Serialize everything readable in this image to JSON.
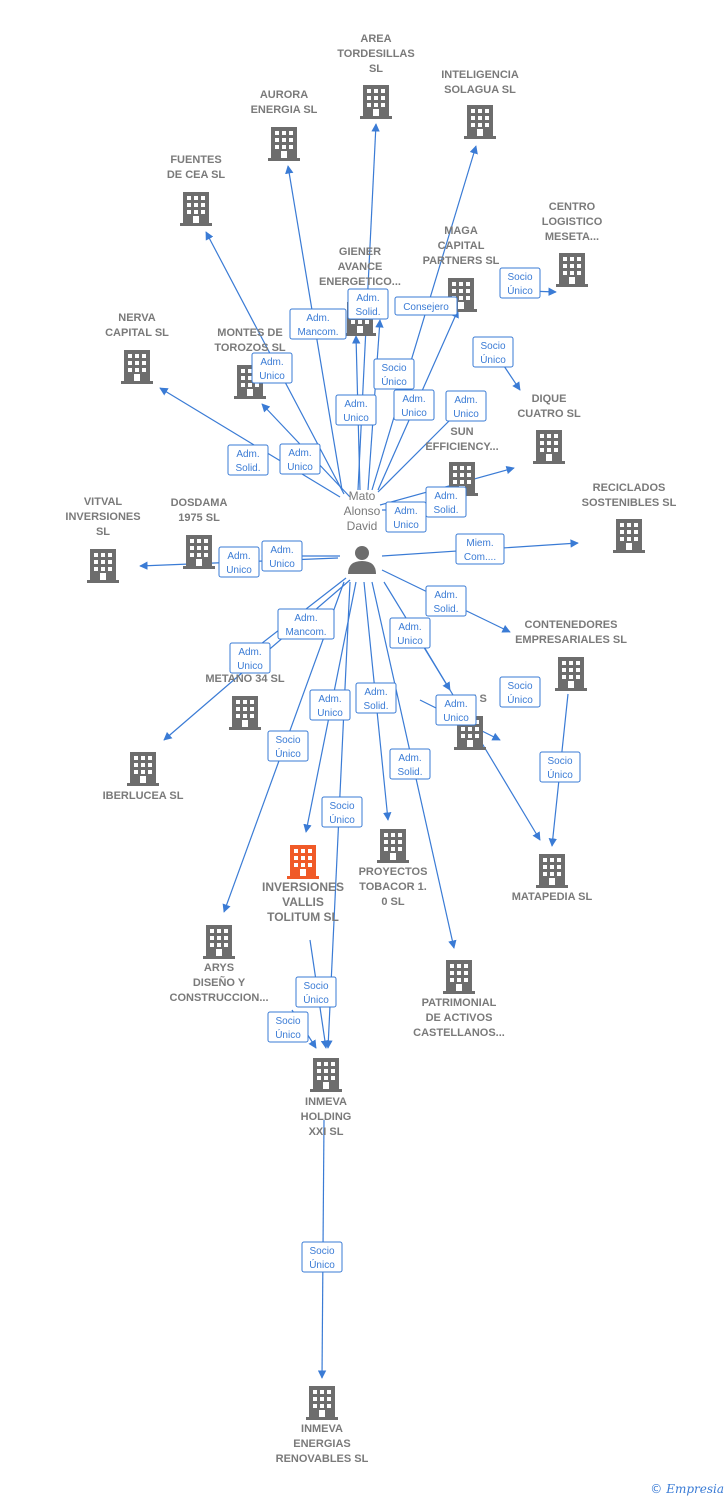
{
  "brand": {
    "copyright": "©",
    "name": "Empresia"
  },
  "person": {
    "id": "p",
    "lines": [
      "Mato",
      "Alonso",
      "David"
    ]
  },
  "nodes": [
    {
      "id": "area",
      "lines": [
        "AREA",
        "TORDESILLAS",
        "SL"
      ]
    },
    {
      "id": "inteligencia",
      "lines": [
        "INTELIGENCIA",
        "SOLAGUA  SL"
      ]
    },
    {
      "id": "aurora",
      "lines": [
        "AURORA",
        "ENERGIA SL"
      ]
    },
    {
      "id": "fuentes",
      "lines": [
        "FUENTES",
        "DE CEA  SL"
      ]
    },
    {
      "id": "giener",
      "lines": [
        "GIENER",
        "AVANCE",
        "ENERGETICO..."
      ]
    },
    {
      "id": "maga",
      "lines": [
        "MAGA",
        "CAPITAL",
        "PARTNERS  SL"
      ]
    },
    {
      "id": "centro",
      "lines": [
        "CENTRO",
        "LOGISTICO",
        "MESETA..."
      ]
    },
    {
      "id": "nerva",
      "lines": [
        "NERVA",
        "CAPITAL  SL"
      ]
    },
    {
      "id": "montes",
      "lines": [
        "MONTES DE",
        "TOROZOS SL"
      ]
    },
    {
      "id": "dique",
      "lines": [
        "DIQUE",
        "CUATRO  SL"
      ]
    },
    {
      "id": "sun",
      "lines": [
        "UN",
        "SUN",
        "EFFICIENCY..."
      ]
    },
    {
      "id": "reciclados",
      "lines": [
        "RECICLADOS",
        "SOSTENIBLES SL"
      ]
    },
    {
      "id": "vitval",
      "lines": [
        "VITVAL",
        "INVERSIONES",
        "SL"
      ]
    },
    {
      "id": "dosdama",
      "lines": [
        "DOSDAMA",
        "1975  SL"
      ]
    },
    {
      "id": "contenedores",
      "lines": [
        "CONTENEDORES",
        "EMPRESARIALES SL"
      ]
    },
    {
      "id": "metano",
      "lines": [
        "METANO 34 SL"
      ]
    },
    {
      "id": "inm",
      "lines": [
        "IN          M  S"
      ]
    },
    {
      "id": "iberlucea",
      "lines": [
        "IBERLUCEA  SL"
      ]
    },
    {
      "id": "inversiones",
      "lines": [
        "INVERSIONES",
        "VALLIS",
        "TOLITUM  SL"
      ]
    },
    {
      "id": "proyectos",
      "lines": [
        "PROYECTOS",
        "TOBACOR 1.",
        "0  SL"
      ]
    },
    {
      "id": "matapedia",
      "lines": [
        "MATAPEDIA  SL"
      ]
    },
    {
      "id": "arys",
      "lines": [
        "ARYS",
        "DISEÑO Y",
        "CONSTRUCCION..."
      ]
    },
    {
      "id": "patrimonial",
      "lines": [
        "PATRIMONIAL",
        "DE ACTIVOS",
        "CASTELLANOS..."
      ]
    },
    {
      "id": "inmevaholding",
      "lines": [
        "INMEVA",
        "HOLDING",
        "XXI SL"
      ]
    },
    {
      "id": "inmevaenergias",
      "lines": [
        "INMEVA",
        "ENERGIAS",
        "RENOVABLES SL"
      ]
    }
  ],
  "edges": [
    {
      "label": [
        "Adm.",
        "Solid."
      ]
    },
    {
      "label": [
        "Adm.",
        "Mancom."
      ]
    },
    {
      "label": [
        "Consejero"
      ]
    },
    {
      "label": [
        "Socio",
        "Único"
      ]
    },
    {
      "label": [
        "Socio",
        "Único"
      ]
    },
    {
      "label": [
        "Adm.",
        "Unico"
      ]
    },
    {
      "label": [
        "Socio",
        "Único"
      ]
    },
    {
      "label": [
        "Adm.",
        "Unico"
      ]
    },
    {
      "label": [
        "Adm.",
        "Unico"
      ]
    },
    {
      "label": [
        "Adm.",
        "Unico"
      ]
    },
    {
      "label": [
        "Adm.",
        "Solid."
      ]
    },
    {
      "label": [
        "Adm.",
        "Unico"
      ]
    },
    {
      "label": [
        "Adm.",
        "Solid."
      ]
    },
    {
      "label": [
        "Adm.",
        "Unico"
      ]
    },
    {
      "label": [
        "Miem.",
        "Com...."
      ]
    },
    {
      "label": [
        "Adm.",
        "Unico"
      ]
    },
    {
      "label": [
        "Adm.",
        "Unico"
      ]
    },
    {
      "label": [
        "Adm.",
        "Solid."
      ]
    },
    {
      "label": [
        "Adm.",
        "Mancom."
      ]
    },
    {
      "label": [
        "Adm.",
        "Unico"
      ]
    },
    {
      "label": [
        "Adm.",
        "Unico"
      ]
    },
    {
      "label": [
        "Socio",
        "Único"
      ]
    },
    {
      "label": [
        "Adm.",
        "Unico"
      ]
    },
    {
      "label": [
        "Socio",
        "Único"
      ]
    },
    {
      "label": [
        "Adm.",
        "Solid."
      ]
    },
    {
      "label": [
        "Adm.",
        "Unico"
      ]
    },
    {
      "label": [
        "Adm.",
        "Solid."
      ]
    },
    {
      "label": [
        "Socio",
        "Único"
      ]
    },
    {
      "label": [
        "Socio",
        "Único"
      ]
    },
    {
      "label": [
        "Socio",
        "Único"
      ]
    },
    {
      "label": [
        "Socio",
        "Único"
      ]
    },
    {
      "label": [
        "Socio",
        "Único"
      ]
    }
  ],
  "colors": {
    "company": "#6d6d6d",
    "main_company": "#f05a28",
    "edge": "#3a7bd5",
    "person": "#6d6d6d"
  }
}
